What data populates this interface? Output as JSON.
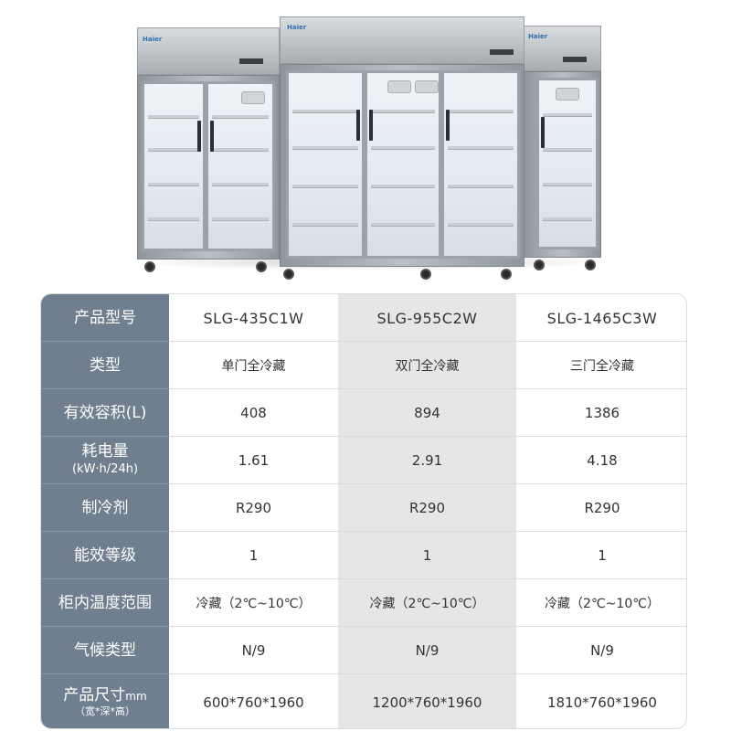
{
  "product_image": {
    "brand_logo": "Haier",
    "display_readings": [
      "",
      "",
      ""
    ]
  },
  "table": {
    "models": [
      "SLG-435C1W",
      "SLG-955C2W",
      "SLG-1465C3W"
    ],
    "rows": [
      {
        "label": "产品型号",
        "values": [
          "SLG-435C1W",
          "SLG-955C2W",
          "SLG-1465C3W"
        ]
      },
      {
        "label": "类型",
        "values": [
          "单门全冷藏",
          "双门全冷藏",
          "三门全冷藏"
        ]
      },
      {
        "label": "有效容积(L)",
        "values": [
          "408",
          "894",
          "1386"
        ]
      },
      {
        "label": "耗电量",
        "label_sub": "(kW·h/24h)",
        "values": [
          "1.61",
          "2.91",
          "4.18"
        ]
      },
      {
        "label": "制冷剂",
        "values": [
          "R290",
          "R290",
          "R290"
        ]
      },
      {
        "label": "能效等级",
        "values": [
          "1",
          "1",
          "1"
        ]
      },
      {
        "label": "柜内温度范围",
        "values": [
          "冷藏（2℃~10℃）",
          "冷藏（2℃~10℃）",
          "冷藏（2℃~10℃）"
        ]
      },
      {
        "label": "气候类型",
        "values": [
          "N/9",
          "N/9",
          "N/9"
        ]
      },
      {
        "label": "产品尺寸",
        "label_unit": "mm",
        "label_sub": "（宽*深*高）",
        "values": [
          "600*760*1960",
          "1200*760*1960",
          "1810*760*1960"
        ]
      }
    ]
  },
  "colors": {
    "label_column": "#6f7f8f",
    "middle_column": "#e6e6e6",
    "brand_blue": "#2e6fb5"
  }
}
